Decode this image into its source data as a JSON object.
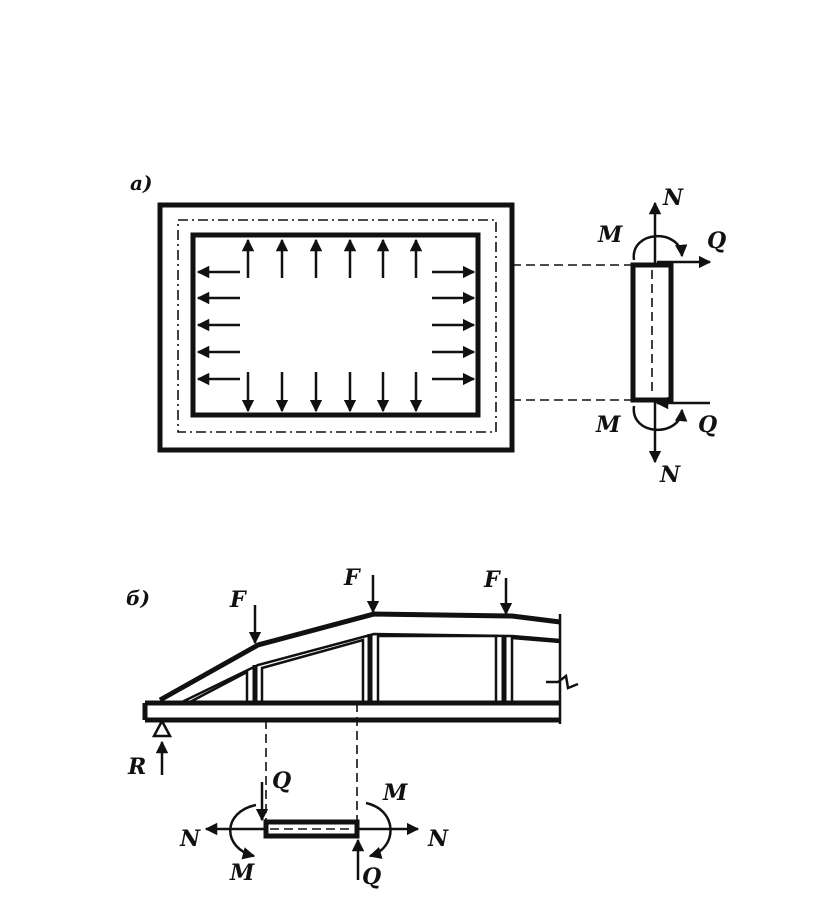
{
  "part_a": {
    "label": "a)",
    "forces": {
      "N_top": "N",
      "N_bottom": "N",
      "Q_top": "Q",
      "Q_bottom": "Q",
      "M_top": "M",
      "M_bottom": "M"
    }
  },
  "part_b": {
    "label": "б)",
    "loads": {
      "F1": "F",
      "F2": "F",
      "F3": "F"
    },
    "support_reaction": "R",
    "forces": {
      "N_left": "N",
      "N_right": "N",
      "Q_top": "Q",
      "Q_bottom": "Q",
      "M_top": "M",
      "M_bottom": "M"
    }
  },
  "icons": {
    "up_arrow": "arrow-up-icon",
    "down_arrow": "arrow-down-icon",
    "left_arrow": "arrow-left-icon",
    "right_arrow": "arrow-right-icon",
    "moment": "moment-arc-icon",
    "support": "pin-support-icon",
    "break": "break-line-icon"
  }
}
